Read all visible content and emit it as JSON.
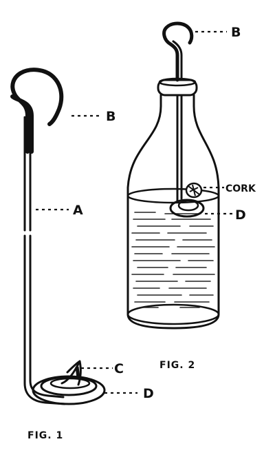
{
  "figure1": {
    "caption": "FIG. 1",
    "labels": {
      "a": "A",
      "b": "B",
      "c": "C",
      "d": "D"
    }
  },
  "figure2": {
    "caption": "FIG. 2",
    "labels": {
      "b": "B",
      "cork": "CORK",
      "d": "D"
    }
  }
}
